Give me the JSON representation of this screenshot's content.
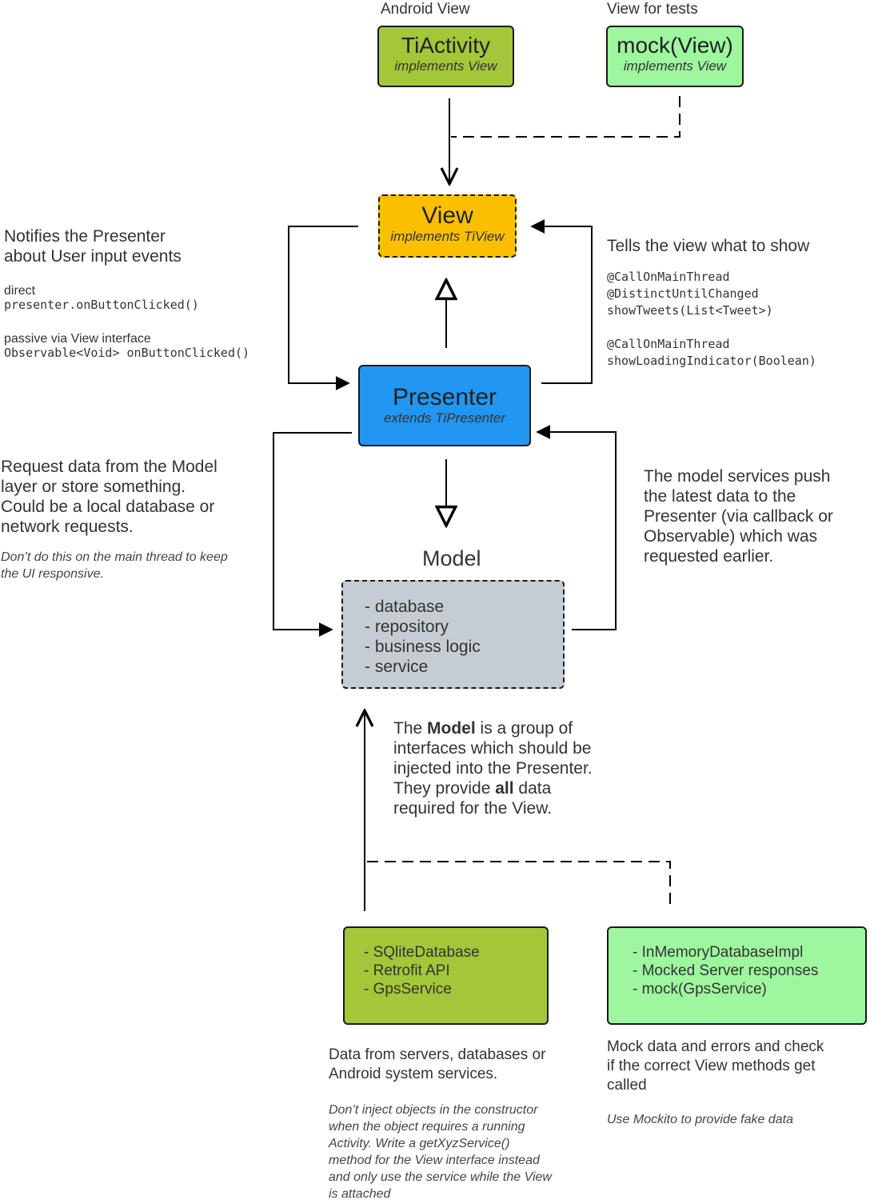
{
  "top_labels": {
    "android_view": "Android View",
    "view_for_tests": "View for tests"
  },
  "boxes": {
    "ti_activity": {
      "title": "TiActivity",
      "sub": "implements View",
      "color": "#a4c639"
    },
    "mock_view": {
      "title": "mock(View)",
      "sub": "implements View",
      "color": "#9ef79e"
    },
    "view": {
      "title": "View",
      "sub": "implements TiView",
      "color": "#fcbf00"
    },
    "presenter": {
      "title": "Presenter",
      "sub": "extends TiPresenter",
      "color": "#2196f3"
    },
    "model": {
      "label": "Model",
      "items": [
        "- database",
        "- repository",
        "- business logic",
        "- service"
      ],
      "color": "#c5cdd3"
    },
    "real_impl": {
      "items": [
        "- SQliteDatabase",
        "- Retrofit API",
        "- GpsService"
      ],
      "color": "#a4c639"
    },
    "mock_impl": {
      "items": [
        "- InMemoryDatabaseImpl",
        "- Mocked Server responses",
        "- mock(GpsService)"
      ],
      "color": "#9ef79e"
    }
  },
  "left_notify": {
    "heading": [
      "Notifies the Presenter",
      "about User input events"
    ],
    "direct_label": "direct",
    "direct_code": "presenter.onButtonClicked()",
    "passive_label": "passive via View interface",
    "passive_code": "Observable<Void> onButtonClicked()"
  },
  "right_tells": {
    "heading": "Tells the view what to show",
    "code1": [
      "@CallOnMainThread",
      "@DistinctUntilChanged",
      "showTweets(List<Tweet>)"
    ],
    "code2": [
      "@CallOnMainThread",
      "showLoadingIndicator(Boolean)"
    ]
  },
  "left_request": {
    "text": [
      "Request data from the Model",
      "layer or store something.",
      "Could be a local database or",
      "network requests."
    ],
    "note": [
      "Don’t do this on the main thread to keep",
      "the UI responsive."
    ]
  },
  "right_push": {
    "text": [
      "The model services push",
      "the latest data to the",
      "Presenter (via callback or",
      "Observable) which was",
      "requested earlier."
    ]
  },
  "model_desc": {
    "l1a": "The ",
    "l1b": "Model",
    "l1c": " is a group of",
    "l2": "interfaces which should be",
    "l3": "injected into the Presenter.",
    "l4a": "They provide ",
    "l4b": "all",
    "l4c": " data",
    "l5": "required for the View."
  },
  "bottom_left": {
    "text": [
      "Data from servers, databases or",
      "Android system services."
    ],
    "note": [
      "Don’t inject objects in the constructor",
      "when the object requires a running",
      "Activity. Write a getXyzService()",
      "method for the View interface instead",
      "and only use the service while the View",
      "is attached"
    ]
  },
  "bottom_right": {
    "text": [
      "Mock data and errors and check",
      "if the correct View methods get",
      "called"
    ],
    "note": "Use Mockito to provide fake data"
  }
}
